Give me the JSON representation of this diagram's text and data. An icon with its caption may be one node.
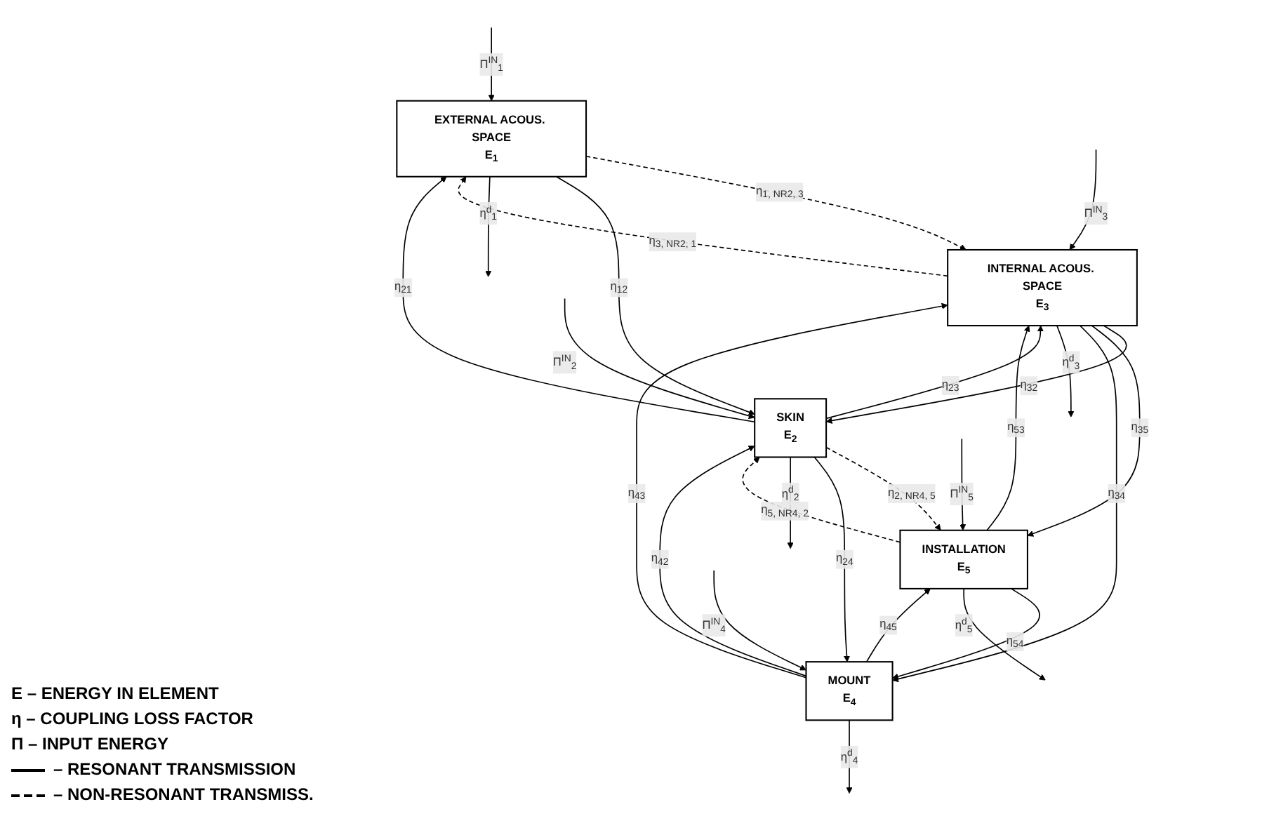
{
  "diagram": {
    "nodes": [
      {
        "text": [
          "EXTERNAL ACOUS. SPACE",
          "E$_{1}$"
        ]
      },
      {
        "text": [
          "SKIN",
          "E$_{2}$"
        ]
      },
      {
        "text": [
          "INTERNAL ACOUS. SPACE",
          "E$_{3}$"
        ]
      },
      {
        "text": [
          "MOUNT",
          "E$_{4}$"
        ]
      },
      {
        "text": [
          "INSTALLATION",
          "E$_{5}$"
        ]
      }
    ],
    "edges": [
      {
        "from": 0,
        "to": 2,
        "arrow": "to",
        "label": "η$_{1, NR2, 3}$",
        "style": "dashed"
      },
      {
        "from": 2,
        "to": 0,
        "arrow": "to",
        "label": "η$_{3, NR2, 1}$",
        "style": "dashed"
      },
      {
        "from": 0,
        "to": 1,
        "arrow": "to",
        "label": "η$_{12}$"
      },
      {
        "from": 1,
        "to": 0,
        "arrow": "to",
        "label": "η$_{21}$"
      },
      {
        "from": 1,
        "to": 2,
        "arrow": "to",
        "label": "η$_{23}$"
      },
      {
        "from": 2,
        "to": 1,
        "arrow": "to",
        "label": "η$_{32}$"
      },
      {
        "from": 1,
        "to": 4,
        "arrow": "to",
        "label": "η$_{2, NR4, 5}$",
        "style": "dashed"
      },
      {
        "from": 4,
        "to": 1,
        "arrow": "to",
        "label": "η$_{5, NR4, 2}$",
        "style": "dashed"
      },
      {
        "from": 2,
        "to": 4,
        "arrow": "to",
        "label": "η$_{35}$"
      },
      {
        "from": 4,
        "to": 2,
        "arrow": "to",
        "label": "η$_{53}$"
      },
      {
        "from": 2,
        "to": 3,
        "arrow": "to",
        "label": "η$_{34}$"
      },
      {
        "from": 3,
        "to": 2,
        "arrow": "to",
        "label": "η$_{43}$"
      },
      {
        "from": 1,
        "to": 3,
        "arrow": "to",
        "label": "η$_{24}$"
      },
      {
        "from": 3,
        "to": 1,
        "arrow": "to",
        "label": "η$_{42}$"
      },
      {
        "from": 3,
        "to": 4,
        "arrow": "to",
        "label": "η$_{45}$"
      },
      {
        "from": 4,
        "to": 3,
        "arrow": "to",
        "label": "η$_{54}$"
      },
      {
        "from": null,
        "to": 0,
        "arrow": "to",
        "label": "Π$^{IN}$$_{1}$"
      },
      {
        "from": 0,
        "to": null,
        "arrow": "to",
        "label": "η$^{d}$$_{1}$"
      },
      {
        "from": null,
        "to": 1,
        "arrow": "to",
        "label": "Π$^{IN}$$_{2}$"
      },
      {
        "from": 1,
        "to": null,
        "arrow": "to",
        "label": "η$^{d}$$_{2}$"
      },
      {
        "from": null,
        "to": 2,
        "arrow": "to",
        "label": "Π$^{IN}$$_{3}$"
      },
      {
        "from": 2,
        "to": null,
        "arrow": "to",
        "label": "η$^{d}$$_{3}$"
      },
      {
        "from": null,
        "to": 3,
        "arrow": "to",
        "label": "Π$^{IN}$$_{4}$"
      },
      {
        "from": 3,
        "to": null,
        "arrow": "to",
        "label": "η$^{d}$$_{4}$"
      },
      {
        "from": null,
        "to": 4,
        "arrow": "to",
        "label": "Π$^{IN}$$_{5}$"
      },
      {
        "from": 4,
        "to": null,
        "arrow": "to",
        "label": "η$^{d}$$_{5}$"
      }
    ],
    "legend": [
      {
        "text": "E – ENERGY IN ELEMENT"
      },
      {
        "text": "η – COUPLING LOSS FACTOR"
      },
      {
        "text": "Π – INPUT ENERGY"
      },
      {
        "text": "– RESONANT TRANSMISSION"
      },
      {
        "text": "– NON-RESONANT TRANSMISS."
      }
    ]
  }
}
